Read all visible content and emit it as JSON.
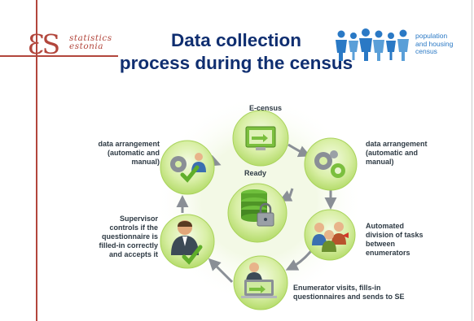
{
  "header": {
    "org_logo": {
      "mark": "ƐS",
      "line1": "statistics",
      "line2": "estonia"
    },
    "title_line1": "Data collection",
    "title_line2": "process during the census",
    "census_logo": {
      "line1": "population",
      "line2": "and housing",
      "line3": "census"
    }
  },
  "diagram": {
    "center_label": "Ready",
    "steps": {
      "ecensus": "E-census",
      "arrangement_right": [
        "data arrangement",
        "(automatic and",
        "manual)"
      ],
      "automated_division": [
        "Automated",
        "division of tasks",
        "between",
        "enumerators"
      ],
      "enumerator_visits": [
        "Enumerator visits, fills-in",
        "questionnaires and sends to  SE"
      ],
      "supervisor_controls": [
        "Supervisor",
        "controls if the",
        "questionnaire is",
        "filled-in correctly",
        "and accepts it"
      ],
      "arrangement_left": [
        "data arrangement",
        "(automatic and",
        "manual)"
      ]
    },
    "colors": {
      "node_light": "#eaf6c9",
      "node_mid": "#bfe27c",
      "node_dark": "#8cc43c",
      "arrow": "#8a8f96",
      "title": "#0f2e70",
      "brand_red": "#b2463c",
      "brand_blue": "#2a79c5"
    }
  }
}
